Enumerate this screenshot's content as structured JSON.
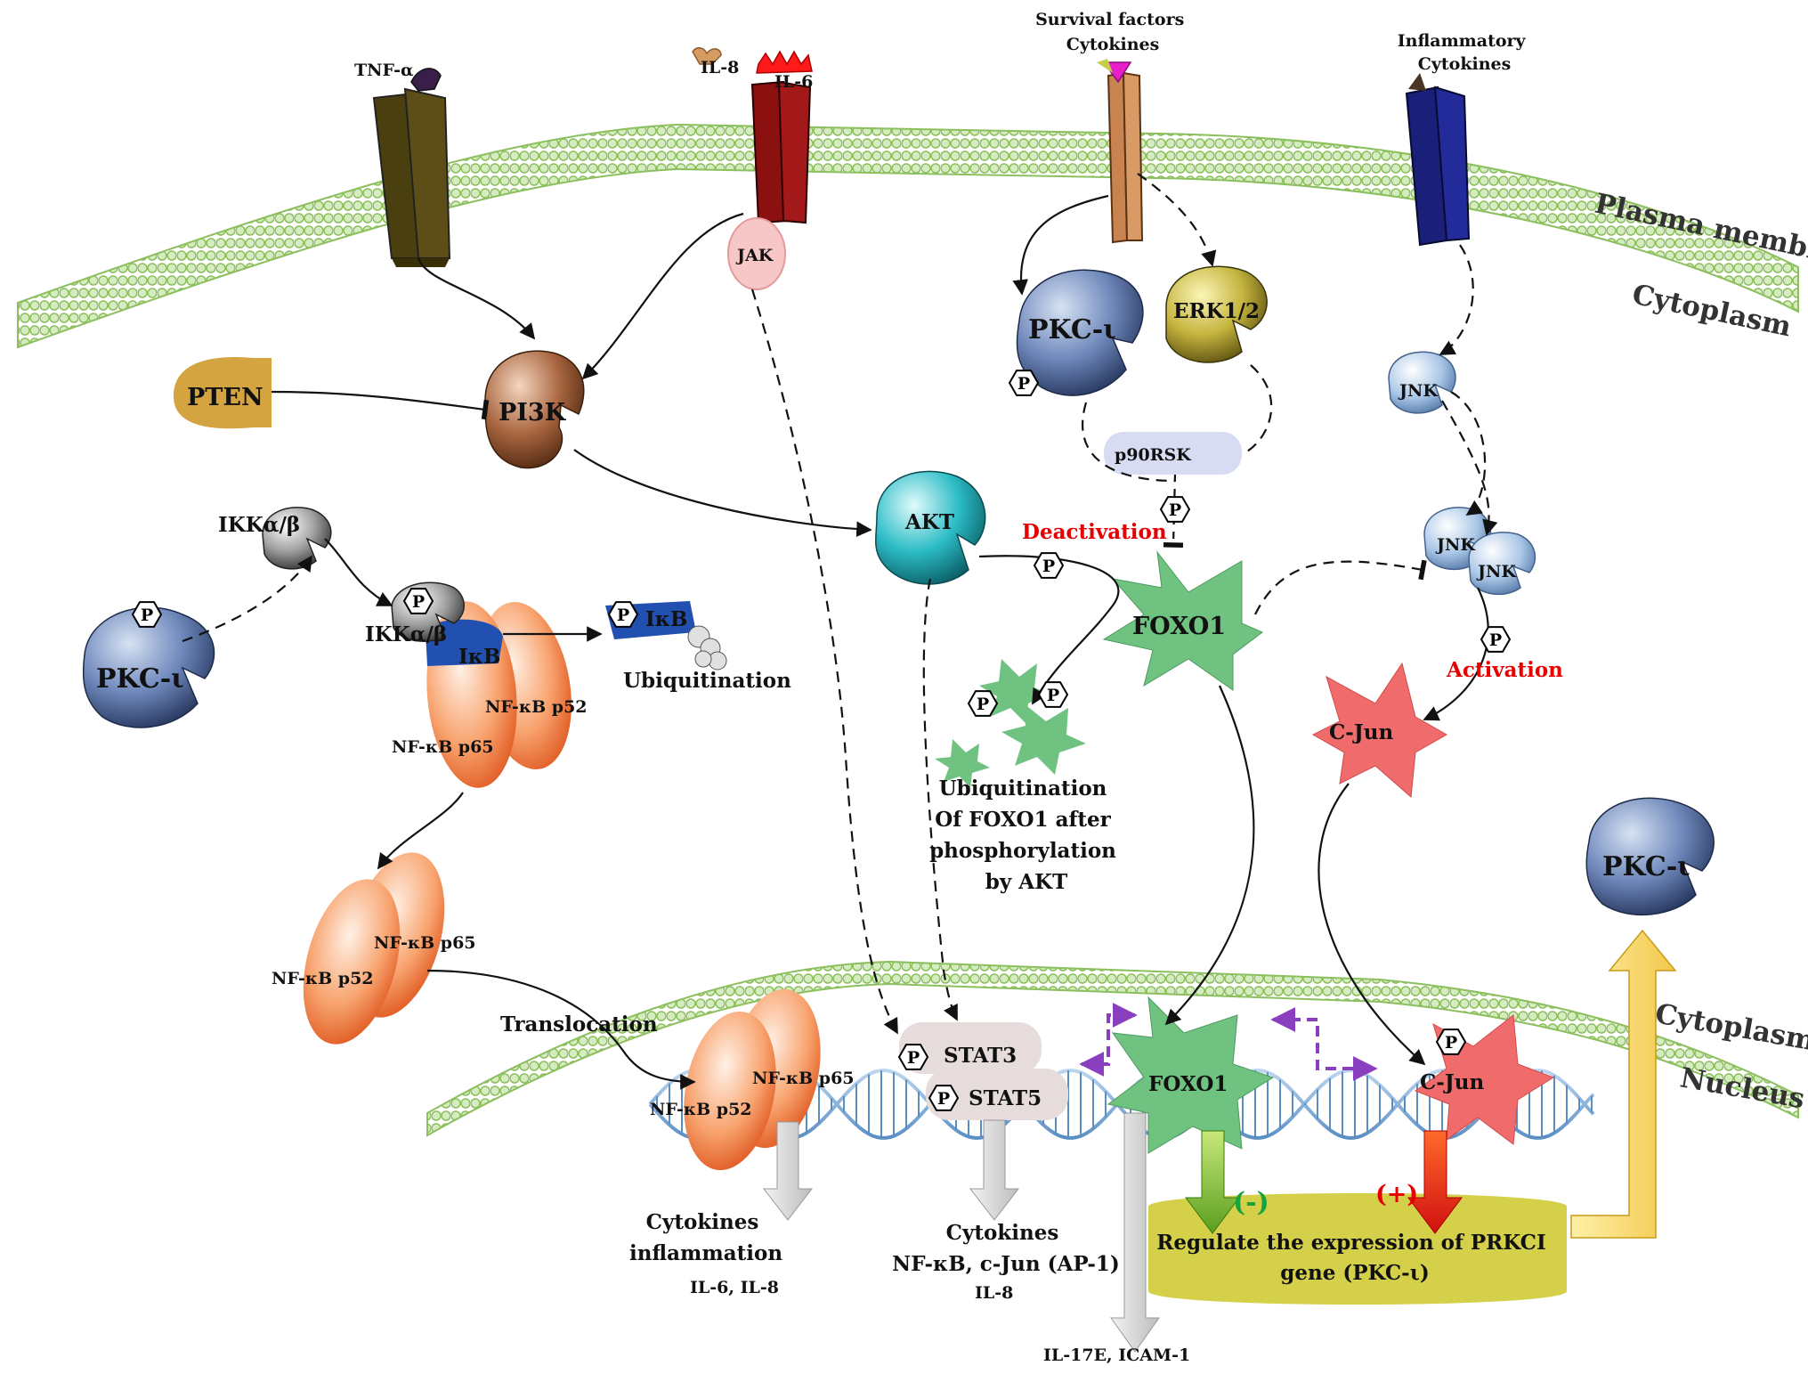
{
  "receptors": {
    "tnf_alpha": "TNF-α",
    "il8": "IL-8",
    "il6": "IL-6",
    "survival": [
      "Survival factors",
      "Cytokines"
    ],
    "inflammatory": [
      "Inflammatory",
      "Cytokines"
    ]
  },
  "regions": {
    "plasma_membrane": "Plasma membrane",
    "cytoplasm_top": "Cytoplasm",
    "cytoplasm_bottom": "Cytoplasm",
    "nucleus": "Nucleus"
  },
  "proteins": {
    "jak": "JAK",
    "pten": "PTEN",
    "pi3k": "PI3K",
    "pkc_iota": "PKC-ι",
    "erk": "ERK1/2",
    "p90rsk": "p90RSK",
    "akt": "AKT",
    "jnk": "JNK",
    "ikk": "IKKα/β",
    "ikb": "IκB",
    "nfkb_p52": "NF-κB p52",
    "nfkb_p65": "NF-κB p65",
    "foxo1": "FOXO1",
    "cjun": "C-Jun",
    "stat3": "STAT3",
    "stat5": "STAT5",
    "p": "P"
  },
  "annotations": {
    "deactivation": "Deactivation",
    "activation": "Activation",
    "ubiquitination": "Ubiquitination",
    "foxo_ubiq": [
      "Ubiquitination",
      "Of FOXO1 after",
      "phosphorylation",
      "by AKT"
    ],
    "translocation": "Translocation",
    "minus": "(-)",
    "plus": "(+)"
  },
  "outputs": {
    "nfkb_out": [
      "Cytokines",
      "inflammation"
    ],
    "nfkb_out_sub": "IL-6, IL-8",
    "stat_out": [
      "Cytokines",
      "NF-κB, c-Jun (AP-1)"
    ],
    "stat_out_sub": "IL-8",
    "foxo_out_sub": "IL-17E, ICAM-1",
    "prkci": [
      "Regulate the expression of PRKCI",
      "gene (PKC-ι)"
    ]
  },
  "colors": {
    "membrane": "#8cbf5e",
    "membrane_fill": "#d5ecc0",
    "tnf_receptor": "#4a3f0f",
    "il6_receptor": "#8b1010",
    "survival_receptor": "#c9834f",
    "inflam_receptor": "#1a1f7a",
    "pkc": "#4f6a9e",
    "erk": "#b8a535",
    "pi3k": "#9a5a34",
    "akt": "#20aab5",
    "jnk": "#8fb4da",
    "foxo1": "#6fc280",
    "cjun": "#f06b6b",
    "nfkb": "#f4905c",
    "ikb": "#2150b0",
    "prkci_box": "#d4d04a",
    "purple_arrow": "#8a3fbf",
    "red_label": "#e60000",
    "green_label": "#1aa33c"
  }
}
